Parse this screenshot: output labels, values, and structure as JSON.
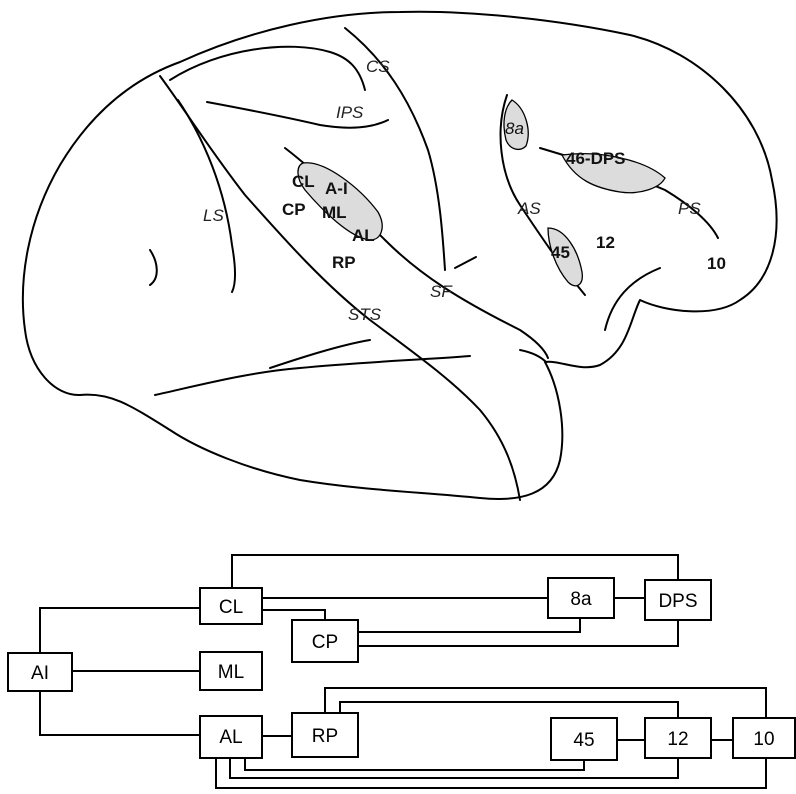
{
  "brain": {
    "sulci": {
      "cs": "CS",
      "ips": "IPS",
      "ls": "LS",
      "as": "AS",
      "ps": "PS",
      "sf": "SF",
      "sts": "STS"
    },
    "regions": {
      "cl": "CL",
      "a1": "A-I",
      "cp": "CP",
      "ml": "ML",
      "al": "AL",
      "rp": "RP",
      "area_8a": "8a",
      "area_46_dps": "46-DPS",
      "area_45": "45",
      "area_12": "12",
      "area_10": "10"
    }
  },
  "network": {
    "nodes": {
      "ai": "AI",
      "cl": "CL",
      "ml": "ML",
      "al": "AL",
      "cp": "CP",
      "rp": "RP",
      "a8": "8a",
      "dps": "DPS",
      "a45": "45",
      "a12": "12",
      "a10": "10"
    }
  }
}
